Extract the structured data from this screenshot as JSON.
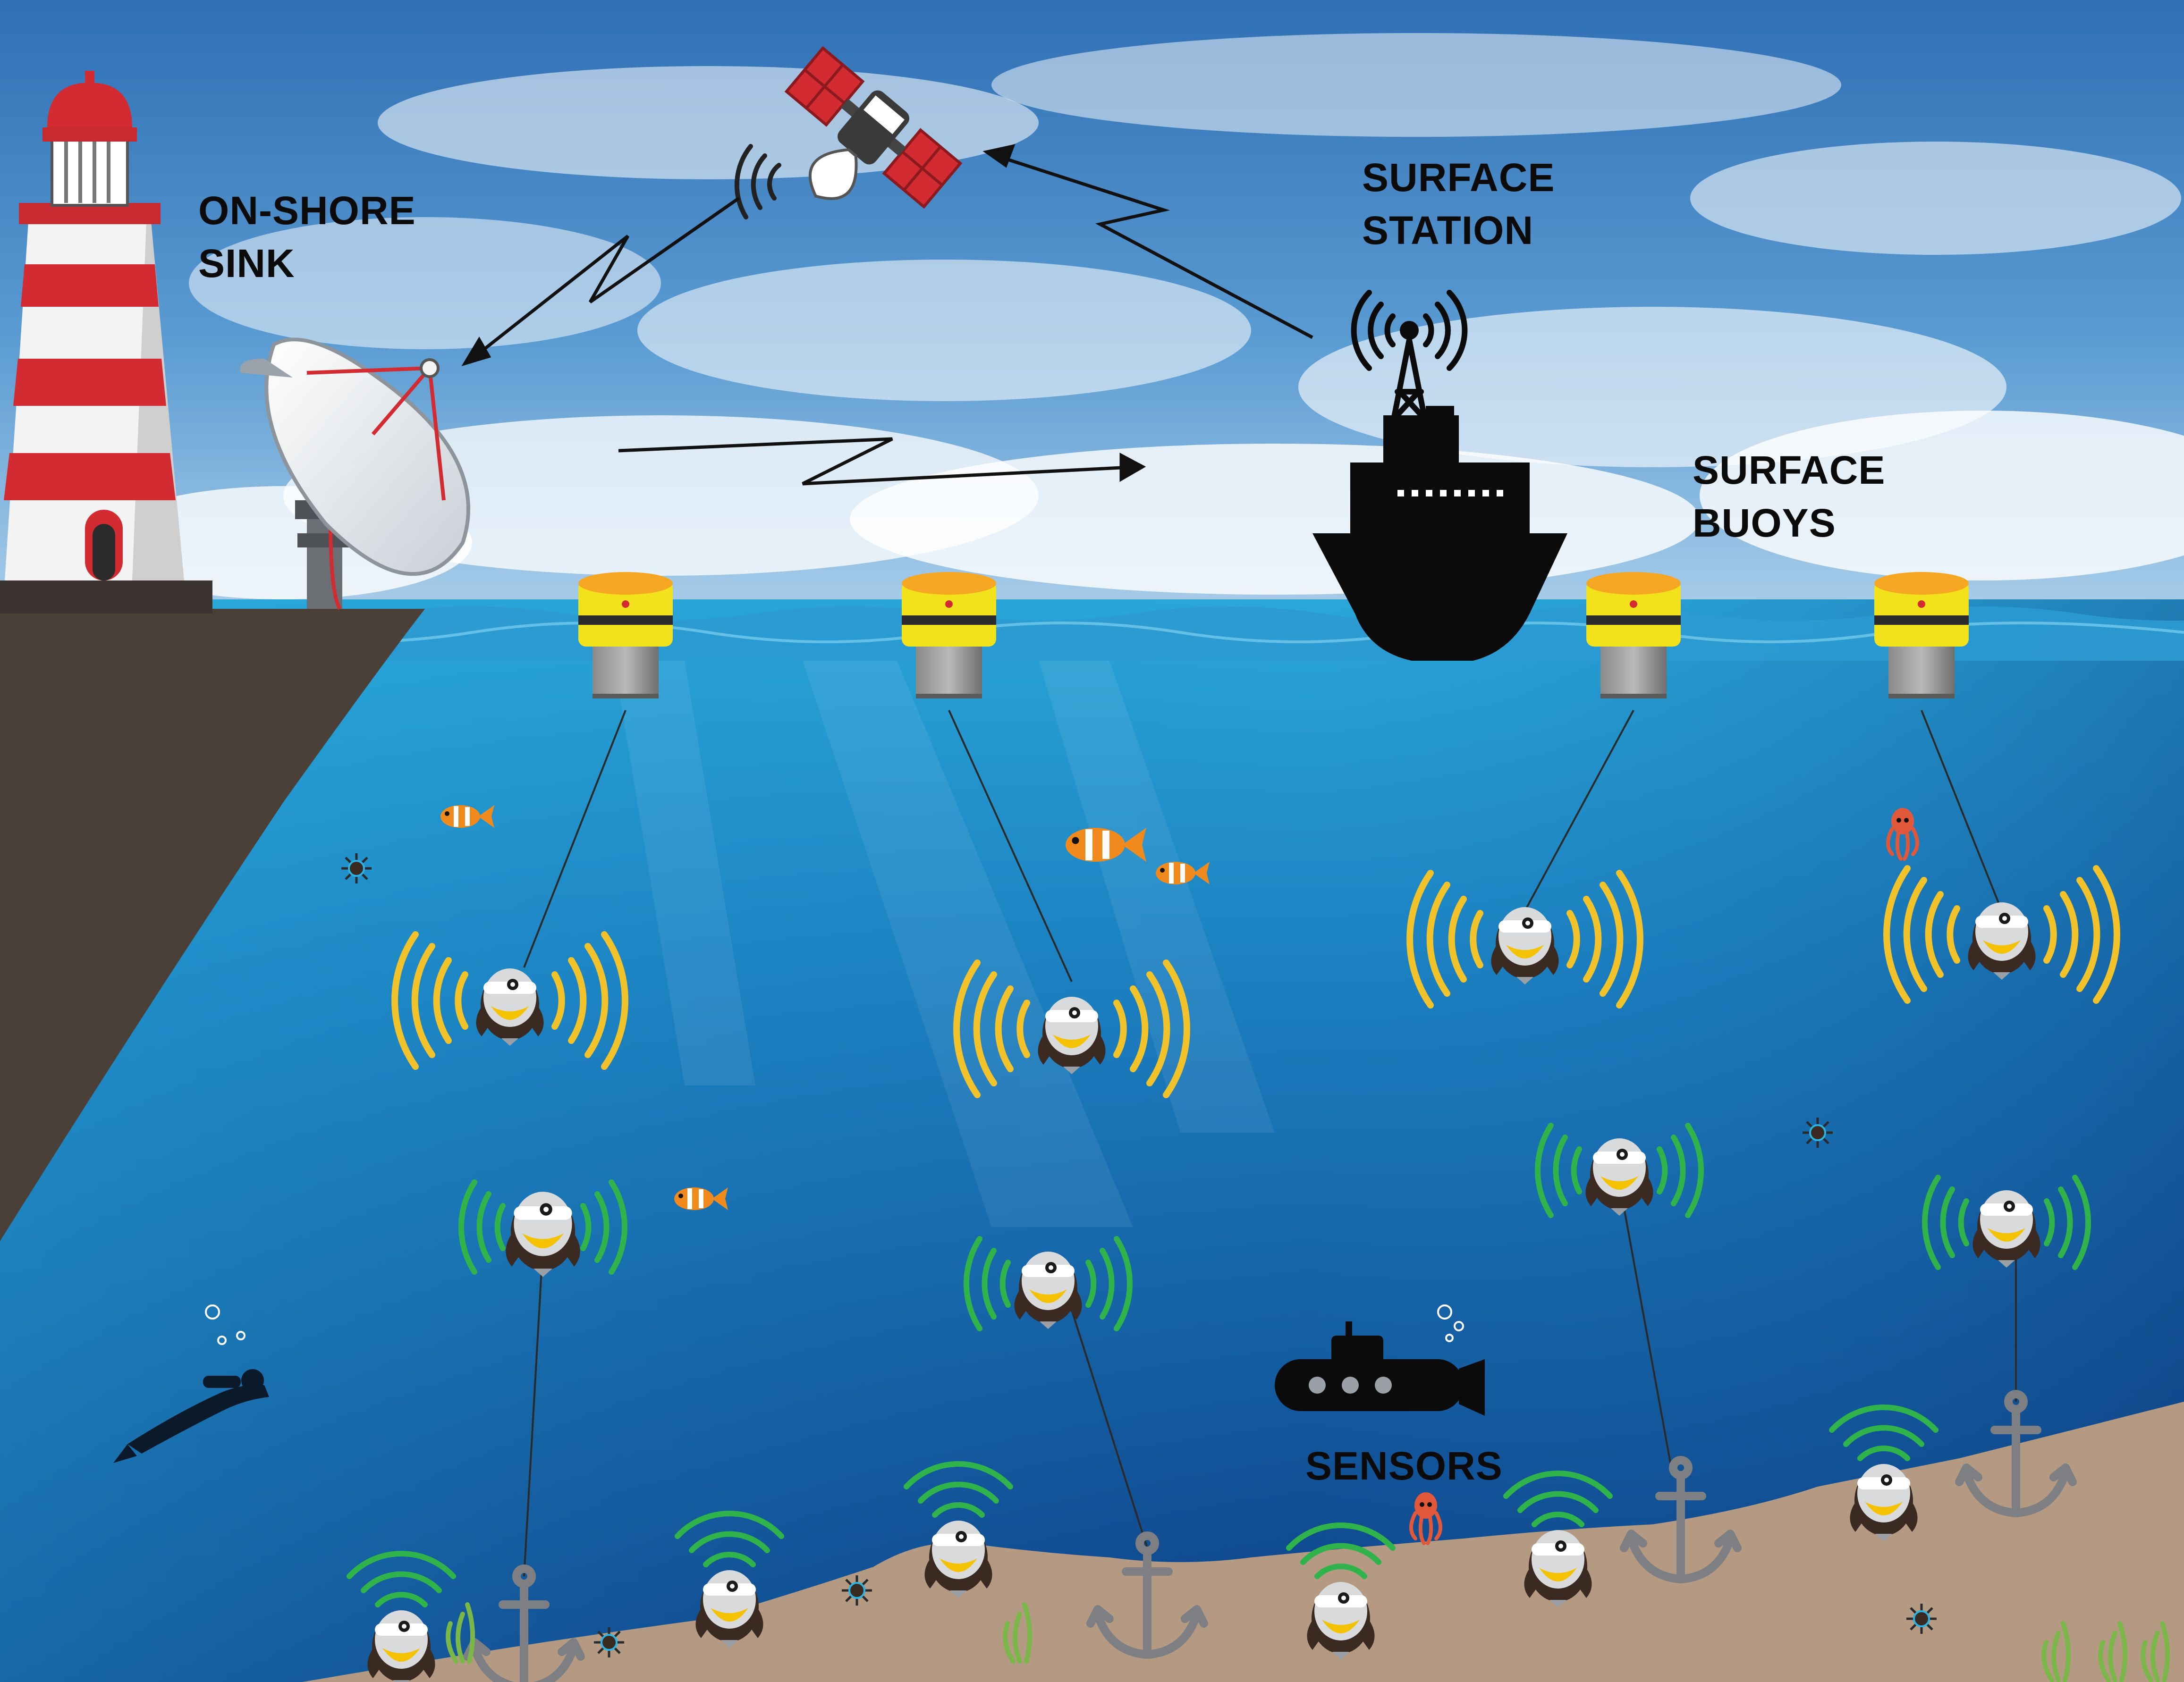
{
  "labels": {
    "onshore_sink": [
      "ON-SHORE",
      "SINK"
    ],
    "surface_station": [
      "SURFACE",
      "STATION"
    ],
    "surface_buoys": [
      "SURFACE",
      "BUOYS"
    ],
    "sensors": "SENSORS"
  },
  "colors": {
    "sky": "#3f86c6",
    "ocean": "#1f78b8",
    "deep_ocean": "#0f3f8a",
    "seabed": "#b49a82",
    "cliff": "#4a4038",
    "lighthouse_red": "#d32b32",
    "buoy_yellow": "#f2e21b",
    "buoy_orange": "#f5a623",
    "signal_yellow": "#f2c22b",
    "signal_green": "#2fb34a",
    "link_arrow": "#111111"
  },
  "icons": [
    "lighthouse-icon",
    "satellite-dish-icon",
    "satellite-icon",
    "ship-icon",
    "antenna-tower-icon",
    "buoy-icon",
    "sensor-node-icon",
    "anchor-icon",
    "submarine-icon",
    "diver-icon",
    "fish-icon",
    "octopus-icon",
    "sea-urchin-icon",
    "seaweed-icon"
  ]
}
